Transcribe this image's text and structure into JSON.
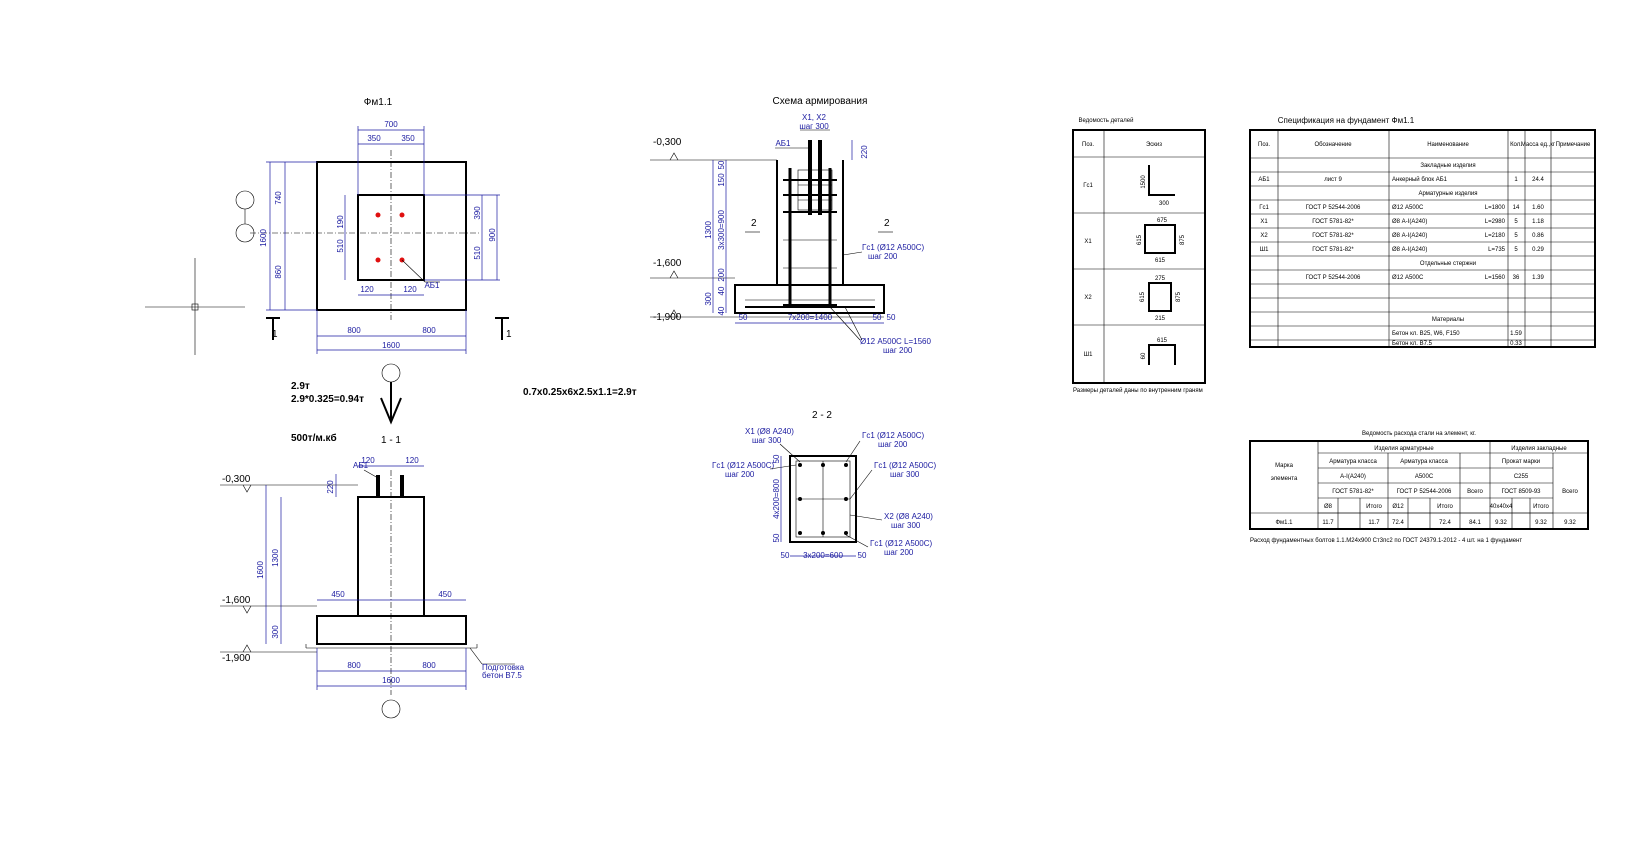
{
  "plan": {
    "title": "Фм1.1",
    "dims": {
      "w700": "700",
      "d350a": "350",
      "d350b": "350",
      "h740": "740",
      "h1600": "1600",
      "h860": "860",
      "d190": "190",
      "d510": "510",
      "d390": "390",
      "d900": "900",
      "d510r": "510",
      "d120a": "120",
      "d120b": "120",
      "d800a": "800",
      "d800b": "800",
      "d1600": "1600"
    },
    "label_ab1": "АБ1",
    "cut_mark": "1"
  },
  "notes": {
    "n1": "2.9т",
    "n2": "2.9*0.325=0.94т",
    "n3": "0.7x0.25x6x2.5x1.1=2.9т",
    "n4": "500т/м.кб"
  },
  "section11": {
    "title": "1 - 1",
    "elev": {
      "e300": "-0,300",
      "e1600": "-1,600",
      "e1900": "-1,900"
    },
    "label_ab1": "АБ1",
    "dims": {
      "t120a": "120",
      "t120b": "120",
      "d220": "220",
      "d1300": "1300",
      "d1600": "1600",
      "d300": "300",
      "d450a": "450",
      "d450b": "450",
      "d800a": "800",
      "d800b": "800",
      "d1600b": "1600"
    },
    "prep1": "Подготовка",
    "prep2": "бетон В7.5"
  },
  "scheme": {
    "title": "Схема армирования",
    "elev": {
      "e300": "-0,300",
      "e1600": "-1,600",
      "e1900": "-1,900"
    },
    "x1x2": "Х1, Х2",
    "step300": "шаг 300",
    "ab1": "АБ1",
    "gc1": "Гс1 (Ø12 А500С)",
    "step200": "шаг 200",
    "bottom": "Ø12 А500С L=1560",
    "step200b": "шаг 200",
    "dims": {
      "d50": "50",
      "d150": "150",
      "d3x300": "3x300=900",
      "d1300": "1300",
      "d200": "200",
      "d40": "40",
      "d300": "300",
      "d40b": "40",
      "d220": "220",
      "d50a": "50",
      "d7x200": "7x200=1400",
      "d50b": "50",
      "d50c": "50"
    },
    "cut2": "2"
  },
  "sec22": {
    "title": "2 - 2",
    "x1": "Х1 (Ø8 А240)",
    "step300a": "шаг 300",
    "gc1a": "Гс1 (Ø12 А500С)",
    "step200a": "шаг 200",
    "gc1b": "Гс1 (Ø12 А500С)",
    "step200b": "шаг 200",
    "gc1c": "Гс1 (Ø12 А500С)",
    "step300b": "шаг 300",
    "x2": "Х2 (Ø8 А240)",
    "step300c": "шаг 300",
    "gc1d": "Гс1 (Ø12 А500С)",
    "step200c": "шаг 200",
    "dims": {
      "d50a": "50",
      "d50b": "50",
      "d4x": "4x200=800",
      "d3x": "3x200=600",
      "d50c": "50",
      "d50d": "50"
    }
  },
  "details": {
    "title": "Ведомость деталей",
    "headers": [
      "Поз.",
      "Эскиз"
    ],
    "rows": [
      {
        "pos": "Гс1",
        "d1": "1500",
        "d2": "300"
      },
      {
        "pos": "Х1",
        "d1": "675",
        "d2": "615",
        "d3": "875",
        "d4": "615"
      },
      {
        "pos": "Х2",
        "d1": "275",
        "d2": "215",
        "d3": "875",
        "d4": "615"
      },
      {
        "pos": "Ш1",
        "d1": "615",
        "d2": "60"
      }
    ],
    "note": "Размеры деталей даны по внутренним граням"
  },
  "spec": {
    "title": "Спецификация на фундамент Фм1.1",
    "headers": [
      "Поз.",
      "Обозначение",
      "Наименование",
      "Кол.",
      "Масса ед.,кг",
      "Примечание"
    ],
    "sections": {
      "s1": "Закладные изделия",
      "s2": "Арматурные изделия",
      "s3": "Отдельные стержни",
      "s4": "Материалы"
    },
    "rows": [
      {
        "pos": "АБ1",
        "des": "лист 9",
        "name": "Анкерный блок АБ1",
        "len": "",
        "qty": "1",
        "mass": "24.4"
      },
      {
        "pos": "Гс1",
        "des": "ГОСТ Р 52544-2006",
        "name": "Ø12 А500С",
        "len": "L=1800",
        "qty": "14",
        "mass": "1.60"
      },
      {
        "pos": "Х1",
        "des": "ГОСТ 5781-82*",
        "name": "Ø8 А-I(А240)",
        "len": "L=2980",
        "qty": "5",
        "mass": "1.18"
      },
      {
        "pos": "Х2",
        "des": "ГОСТ 5781-82*",
        "name": "Ø8 А-I(А240)",
        "len": "L=2180",
        "qty": "5",
        "mass": "0.86"
      },
      {
        "pos": "Ш1",
        "des": "ГОСТ 5781-82*",
        "name": "Ø8 А-I(А240)",
        "len": "L=735",
        "qty": "5",
        "mass": "0.29"
      },
      {
        "pos": "",
        "des": "ГОСТ Р 52544-2006",
        "name": "Ø12 А500С",
        "len": "L=1560",
        "qty": "36",
        "mass": "1.39"
      }
    ],
    "mat": [
      {
        "name": "Бетон кл. В25, W6, F150",
        "qty": "1.59"
      },
      {
        "name": "Бетон кл. В7.5",
        "qty": "0.33"
      }
    ]
  },
  "steel": {
    "title": "Ведомость расхода стали на элемент, кг.",
    "mark1": "Марка",
    "mark2": "элемента",
    "h_arm": "Изделия арматурные",
    "h_zak": "Изделия закладные",
    "cls1": "Арматура класса",
    "cls2": "Арматура класса",
    "a240": "А-I(А240)",
    "a500": "А500С",
    "gost1": "ГОСТ 5781-82*",
    "gost2": "ГОСТ Р 52544-2006",
    "total": "Всего",
    "prokat": "Прокат марки",
    "c255": "С255",
    "gost3": "ГОСТ 8509-93",
    "total2": "Всего",
    "sub": [
      "Ø8",
      "Итого",
      "Ø12",
      "Итого",
      "40х40х4",
      "Итого"
    ],
    "row": {
      "mark": "Фм1.1",
      "v1": "11.7",
      "v2": "11.7",
      "v3": "72.4",
      "v4": "72.4",
      "v5": "84.1",
      "v6": "9.32",
      "v7": "9.32",
      "v8": "9.32"
    },
    "footer": "Расход фундаментных болтов 1.1.М24х900 Ст3пс2 по ГОСТ 24379.1-2012 - 4 шт. на 1 фундамент"
  }
}
